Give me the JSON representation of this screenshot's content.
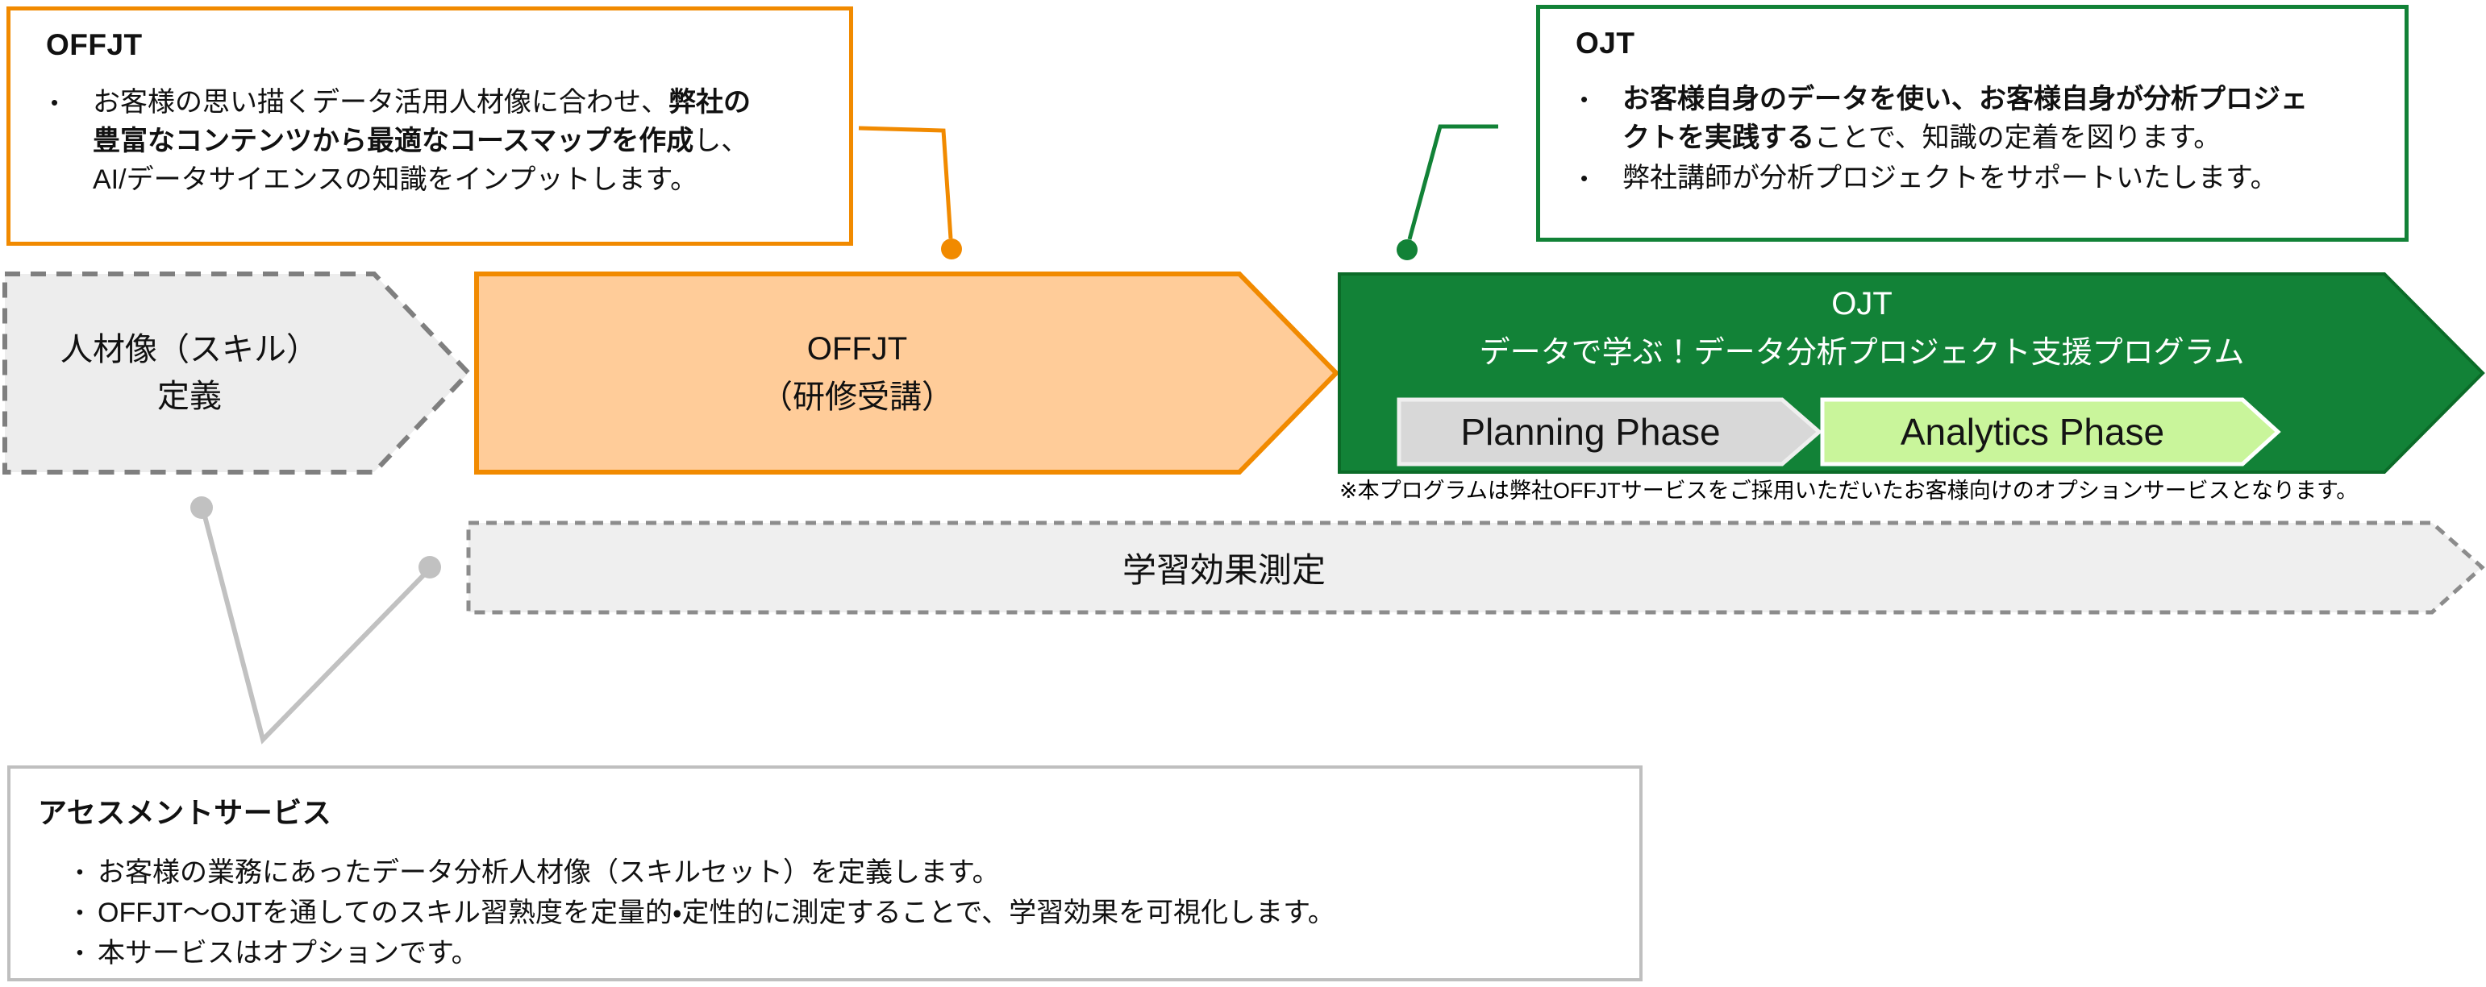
{
  "glyphs": {
    "bullet": "•"
  },
  "colors": {
    "orange_accent": "#F18A00",
    "orange_fill": "#FFCC99",
    "green_accent": "#128237",
    "green_dark": "#0B6B28",
    "planning_fill": "#D8D8D8",
    "planning_border": "#EFEFEF",
    "analytics_fill": "#C9F59B",
    "dash_gray": "#7F7F7F",
    "light_gray_fill": "#EFEFEF",
    "connector_gray": "#C1C1C1",
    "box_border_gray": "#BFBFBF"
  },
  "offjt_box": {
    "title": "OFFJT",
    "bullet": {
      "pre": "お客様の思い描くデータ活用人材像に合わせ、",
      "bold": "弊社の豊富なコンテンツから最適なコースマップを作成",
      "post": "し、AI/データサイエンスの知識をインプットします。"
    }
  },
  "ojt_box": {
    "title": "OJT",
    "bullet1": {
      "bold": "お客様自身のデータを使い、お客様自身が分析プロジェクトを実践する",
      "post": "ことで、知識の定着を図ります。"
    },
    "bullet2": "弊社講師が分析プロジェクトをサポートいたします。"
  },
  "flow": {
    "skill_arrow": {
      "line1": "人材像（スキル）",
      "line2": "定義"
    },
    "offjt_arrow": {
      "line1": "OFFJT",
      "line2": "（研修受講）"
    },
    "ojt_arrow": {
      "title": "OJT",
      "subtitle": "データで学ぶ！データ分析プロジェクト支援プログラム",
      "planning": "Planning Phase",
      "analytics": "Analytics Phase"
    },
    "ojt_note": "※本プログラムは弊社OFFJTサービスをご採用いただいたお客様向けのオプションサービスとなります。",
    "measure_arrow": {
      "label": "学習効果測定"
    }
  },
  "assessment_box": {
    "title": "アセスメントサービス",
    "bullets": [
      "お客様の業務にあったデータ分析人材像（スキルセット）を定義します。",
      "OFFJT～OJTを通してのスキル習熟度を定量的・定性的に測定することで、学習効果を可視化します。",
      "本サービスはオプションです。"
    ]
  }
}
